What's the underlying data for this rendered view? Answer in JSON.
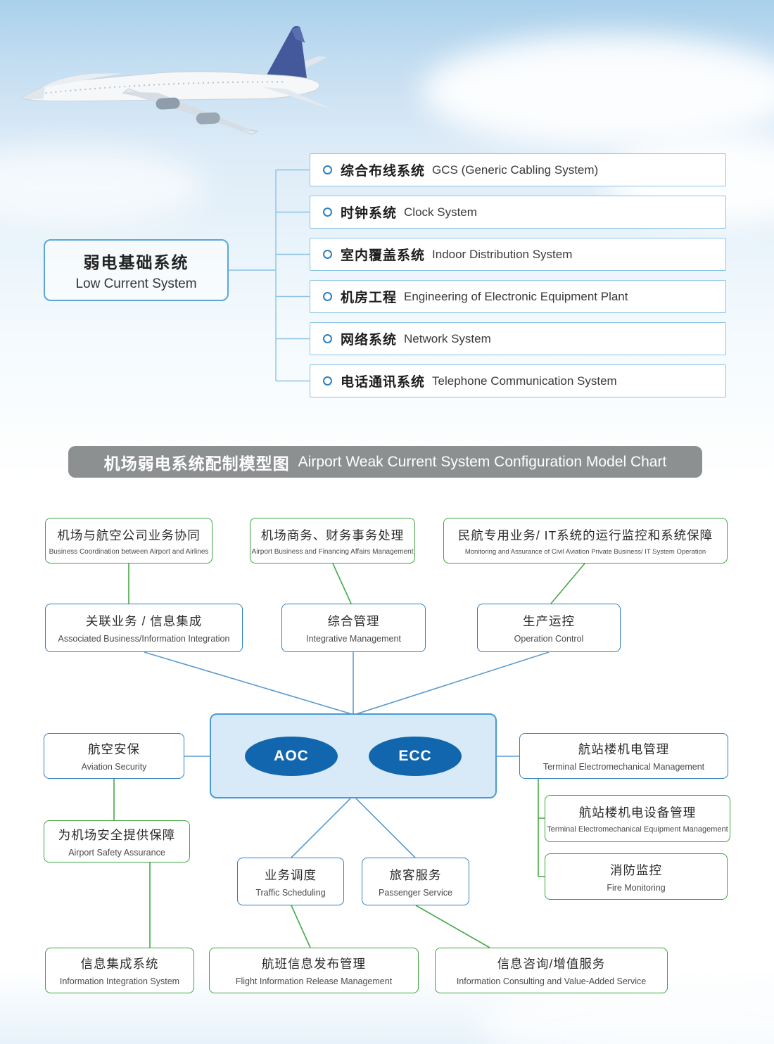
{
  "colors": {
    "line_tree": "#8cc4e6",
    "line_blue": "#5b9bd0",
    "line_green": "#45a947",
    "node_blue_border": "#2e7fc0",
    "node_green_border": "#3fa43f",
    "root_border": "#5aa7d8",
    "banner_bg": "#8d9091",
    "center_fill": "#d8eaf7",
    "center_border": "#4a9bd5",
    "ellipse_fill": "#1266ad"
  },
  "icons": {
    "tree_bullet": "circle-outline",
    "airplane": "boeing-747-photo"
  },
  "low_current": {
    "root": {
      "zh": "弱电基础系统",
      "en": "Low Current System"
    },
    "items": [
      {
        "zh": "综合布线系统",
        "en": "GCS (Generic Cabling System)"
      },
      {
        "zh": "时钟系统",
        "en": "Clock System"
      },
      {
        "zh": "室内覆盖系统",
        "en": "Indoor Distribution System"
      },
      {
        "zh": "机房工程",
        "en": "Engineering of Electronic Equipment Plant"
      },
      {
        "zh": "网络系统",
        "en": "Network System"
      },
      {
        "zh": "电话通讯系统",
        "en": "Telephone Communication System"
      }
    ]
  },
  "banner": {
    "zh": "机场弱电系统配制模型图",
    "en": "Airport Weak Current System Configuration Model Chart"
  },
  "model": {
    "top_row": [
      {
        "zh": "机场与航空公司业务协同",
        "en": "Business Coordination between Airport and Airlines"
      },
      {
        "zh": "机场商务、财务事务处理",
        "en": "Airport Business and Financing Affairs Management"
      },
      {
        "zh": "民航专用业务/ IT系统的运行监控和系统保障",
        "en": "Monitoring and Assurance of Civil Aviation Private Business/ IT System Operation"
      }
    ],
    "mid_row": [
      {
        "zh": "关联业务 / 信息集成",
        "en": "Associated Business/Information Integration"
      },
      {
        "zh": "综合管理",
        "en": "Integrative Management"
      },
      {
        "zh": "生产运控",
        "en": "Operation Control"
      }
    ],
    "center": {
      "aoc": "AOC",
      "ecc": "ECC"
    },
    "aviation_security": {
      "zh": "航空安保",
      "en": "Aviation Security"
    },
    "airport_safety": {
      "zh": "为机场安全提供保障",
      "en": "Airport Safety Assurance"
    },
    "terminal_mgmt": {
      "zh": "航站楼机电管理",
      "en": "Terminal Electromechanical Management"
    },
    "terminal_equipment": {
      "zh": "航站楼机电设备管理",
      "en": "Terminal Electromechanical Equipment Management"
    },
    "fire_monitoring": {
      "zh": "消防监控",
      "en": "Fire Monitoring"
    },
    "traffic_scheduling": {
      "zh": "业务调度",
      "en": "Traffic Scheduling"
    },
    "passenger_service": {
      "zh": "旅客服务",
      "en": "Passenger Service"
    },
    "bottom_row": [
      {
        "zh": "信息集成系统",
        "en": "Information Integration System"
      },
      {
        "zh": "航班信息发布管理",
        "en": "Flight Information Release Management"
      },
      {
        "zh": "信息咨询/增值服务",
        "en": "Information Consulting and Value-Added Service"
      }
    ]
  }
}
